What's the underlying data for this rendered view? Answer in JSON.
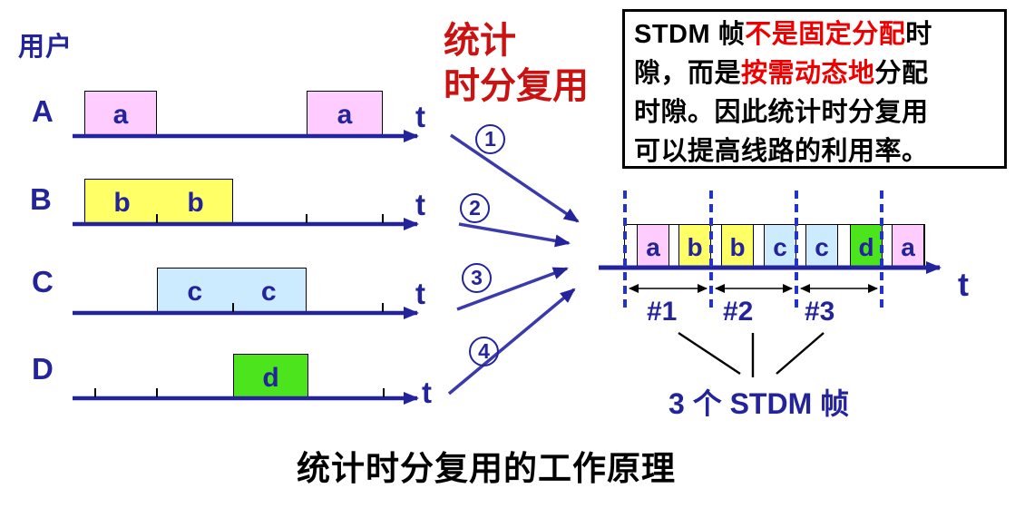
{
  "users_label": "用户",
  "multiplex_title": {
    "line1": "统计",
    "line2": "时分复用"
  },
  "rows": [
    {
      "label": "A",
      "t_label": "t",
      "boxes": [
        {
          "letters": [
            "a"
          ],
          "color": "#FFCCFF"
        },
        {
          "letters": [
            "a"
          ],
          "color": "#FFCCFF"
        }
      ]
    },
    {
      "label": "B",
      "t_label": "t",
      "boxes": [
        {
          "letters": [
            "b",
            "b"
          ],
          "color": "#FFFF66"
        }
      ]
    },
    {
      "label": "C",
      "t_label": "t",
      "boxes": [
        {
          "letters": [
            "c",
            "c"
          ],
          "color": "#CCEBFF"
        }
      ]
    },
    {
      "label": "D",
      "t_label": "t",
      "boxes": [
        {
          "letters": [
            "d"
          ],
          "color": "#4CE41C"
        }
      ]
    }
  ],
  "arrow_numbers": [
    "1",
    "2",
    "3",
    "4"
  ],
  "note": {
    "lines": [
      [
        {
          "text": "STDM 帧",
          "color": "#000000"
        },
        {
          "text": "不是固定分配",
          "color": "#EE0000"
        },
        {
          "text": "时",
          "color": "#000000"
        }
      ],
      [
        {
          "text": "隙，而是",
          "color": "#000000"
        },
        {
          "text": "按需动态地",
          "color": "#EE0000"
        },
        {
          "text": "分配",
          "color": "#000000"
        }
      ],
      [
        {
          "text": "时隙。因此统计时分复用",
          "color": "#000000"
        }
      ],
      [
        {
          "text": "可以提高线路的利用率。",
          "color": "#000000"
        }
      ]
    ]
  },
  "stdm_line": {
    "slots": [
      {
        "label": "a",
        "color": "#FFCCFF"
      },
      {
        "label": "b",
        "color": "#FFFF66"
      },
      {
        "label": "b",
        "color": "#FFFF66"
      },
      {
        "label": "c",
        "color": "#CCEBFF"
      },
      {
        "label": "c",
        "color": "#CCEBFF"
      },
      {
        "label": "d",
        "color": "#4CE41C"
      },
      {
        "label": "a",
        "color": "#FFCCFF"
      }
    ],
    "t_label": "t",
    "frames": [
      "#1",
      "#2",
      "#3"
    ],
    "frames_caption": "3 个 STDM 帧"
  },
  "caption": "统计时分复用的工作原理",
  "colors": {
    "line_blue": "#23239B",
    "dash_blue": "#2233CC",
    "title_red": "#CC1111",
    "emphasis_red": "#EE0000",
    "slot_pink": "#FFCCFF",
    "slot_yellow": "#FFFF66",
    "slot_lightblue": "#CCEBFF",
    "slot_green": "#4CE41C"
  }
}
